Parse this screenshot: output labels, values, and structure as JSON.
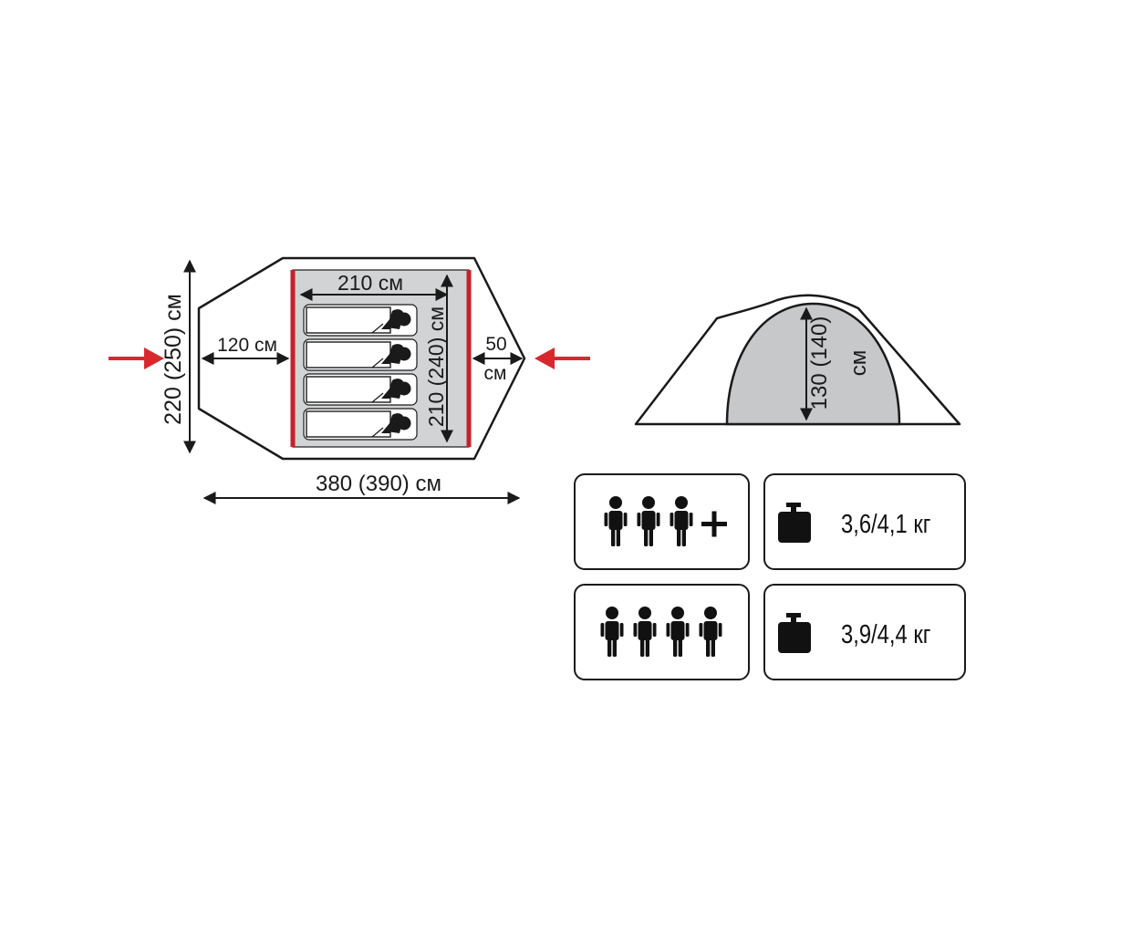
{
  "floor_plan": {
    "width_label": "380 (390) см",
    "depth_label": "220 (250) см",
    "inner_width_label": "210 см",
    "inner_length_label": "210 (240) см",
    "vestibule_label": "120 см",
    "rear_vestibule_number": "50",
    "rear_vestibule_unit": "см",
    "sleeping_places": 4,
    "entrance_arrow_color": "#d9272e",
    "inner_tent_border_color": "#c8202a"
  },
  "side_view": {
    "height_label": "130 (140)",
    "height_unit": "см"
  },
  "specs": [
    {
      "capacity_icon": "three-persons-plus-icon",
      "persons": "3",
      "plus": "+",
      "weight_icon": "weight-icon",
      "weight": "3,6/4,1 кг"
    },
    {
      "capacity_icon": "four-persons-icon",
      "persons": "4",
      "weight_icon": "weight-icon",
      "weight": "3,9/4,4 кг"
    }
  ],
  "colors": {
    "line": "#1a1a1a",
    "inner_fill": "#d1d3d4",
    "dome_fill": "#c7c8ca"
  }
}
